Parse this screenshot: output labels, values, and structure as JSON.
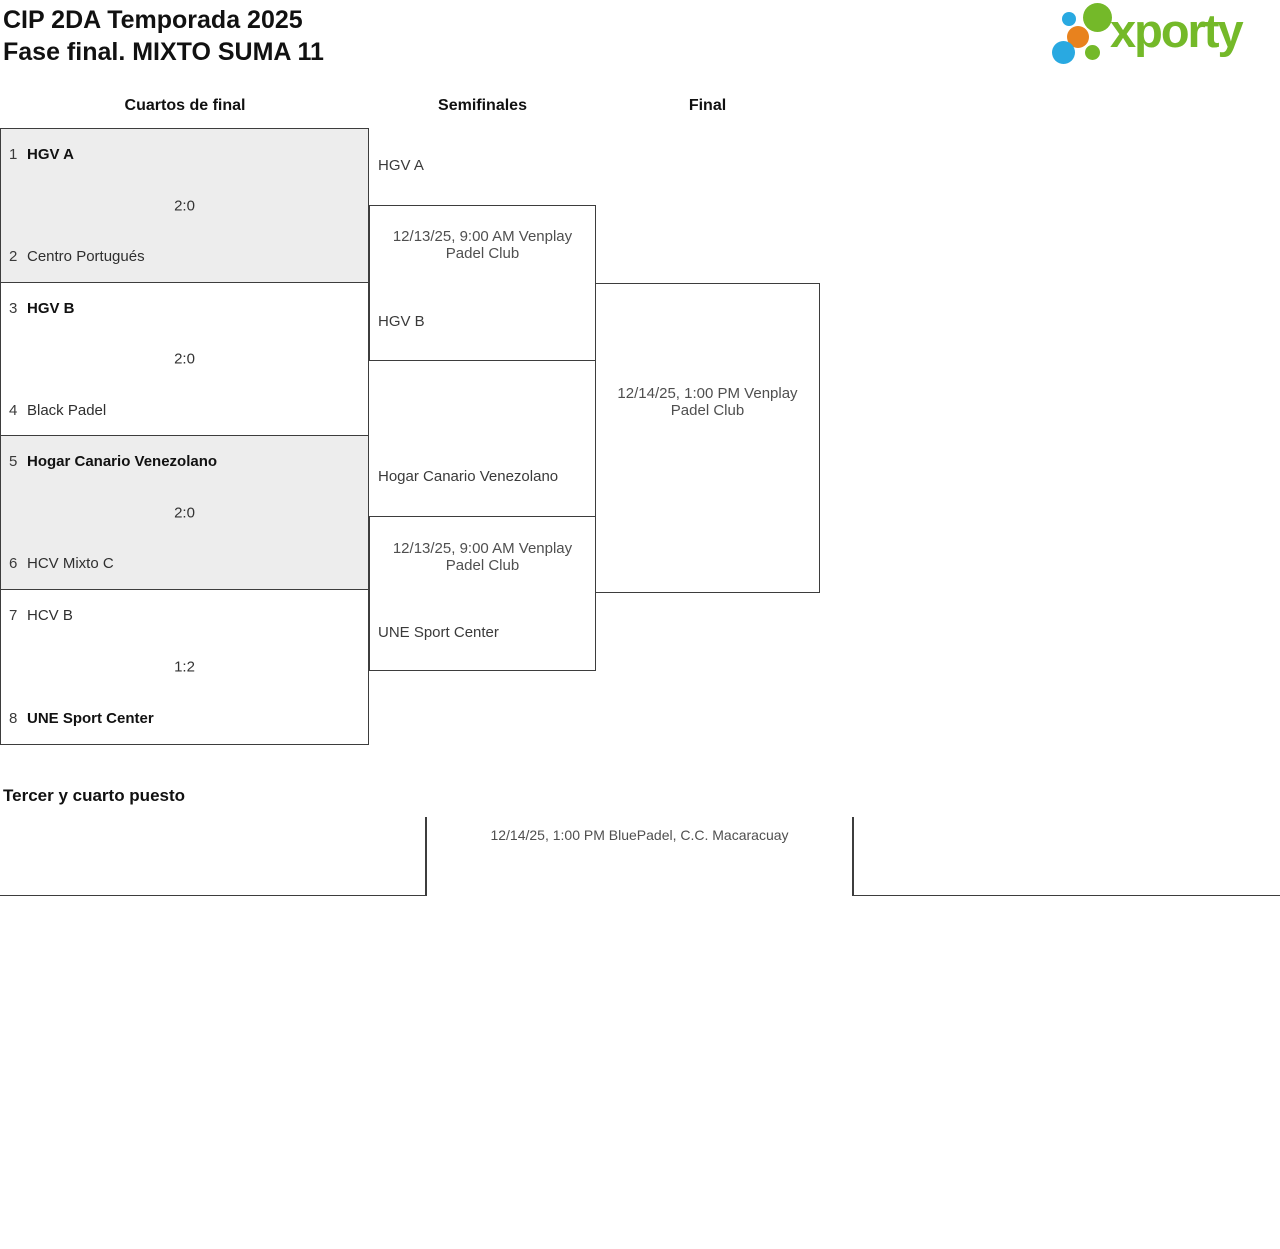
{
  "title": {
    "line1": "CIP 2DA Temporada 2025",
    "line2": "Fase final. MIXTO SUMA 11"
  },
  "logo": {
    "text": "xporty",
    "green": "#74b929",
    "blue": "#29a9e1",
    "orange": "#e8821e"
  },
  "columns": {
    "quarterfinals": "Cuartos de final",
    "semifinals": "Semifinales",
    "final": "Final"
  },
  "qf": [
    {
      "seed1": "1",
      "team1": "HGV A",
      "score": "2:0",
      "seed2": "2",
      "team2": "Centro Portugués",
      "winner": 1
    },
    {
      "seed1": "3",
      "team1": "HGV B",
      "score": "2:0",
      "seed2": "4",
      "team2": "Black Padel",
      "winner": 1
    },
    {
      "seed1": "5",
      "team1": "Hogar Canario Venezolano",
      "score": "2:0",
      "seed2": "6",
      "team2": "HCV Mixto C",
      "winner": 1
    },
    {
      "seed1": "7",
      "team1": "HCV B",
      "score": "1:2",
      "seed2": "8",
      "team2": "UNE Sport Center",
      "winner": 2
    }
  ],
  "sf": [
    {
      "team1": "HGV A",
      "team2": "HGV B",
      "datetime": "12/13/25, 9:00 AM Venplay Padel Club"
    },
    {
      "team1": "Hogar Canario Venezolano",
      "team2": "UNE Sport Center",
      "datetime": "12/13/25, 9:00 AM Venplay Padel Club"
    }
  ],
  "final_match": {
    "datetime": "12/14/25, 1:00 PM Venplay Padel Club"
  },
  "third_place": {
    "heading": "Tercer y cuarto puesto",
    "datetime": "12/14/25, 1:00 PM BluePadel, C.C. Macaracuay"
  }
}
